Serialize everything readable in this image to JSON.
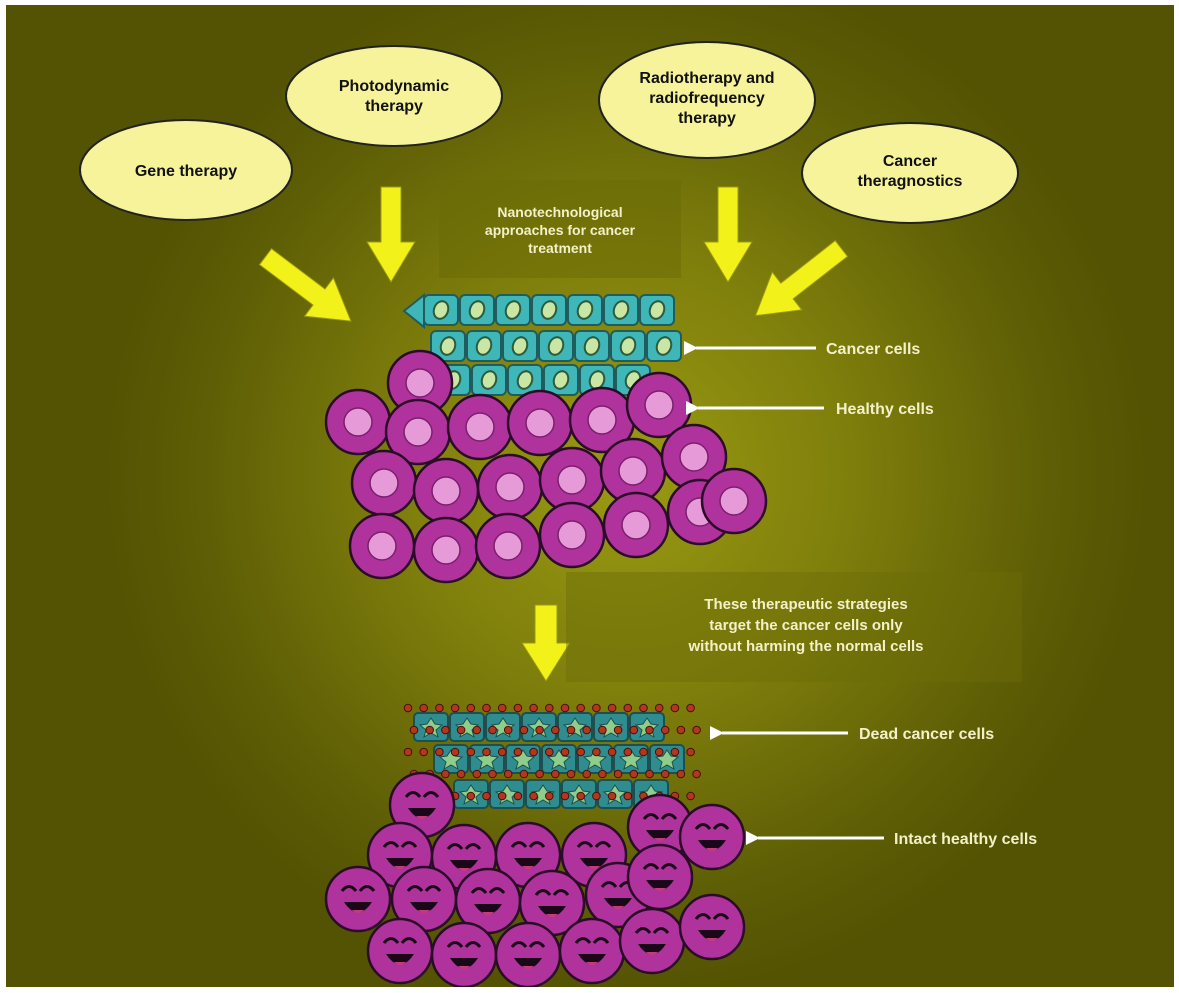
{
  "therapies": [
    "Gene therapy",
    "Photodynamic therapy",
    "Radiotherapy and radiofrequency therapy",
    "Cancer theragnostics"
  ],
  "therapy_lines": [
    [
      "Gene therapy"
    ],
    [
      "Photodynamic",
      "therapy"
    ],
    [
      "Radiotherapy and",
      "radiofrequency",
      "therapy"
    ],
    [
      "Cancer",
      "theragnostics"
    ]
  ],
  "center_label": [
    "Nanotechnological",
    "approaches for cancer",
    "treatment"
  ],
  "strategy_label": [
    "These therapeutic strategies",
    "target the cancer cells only",
    "without harming the normal cells"
  ],
  "pointer_labels": {
    "cancer_cells": "Cancer cells",
    "healthy_cells": "Healthy cells",
    "dead_cancer_cells": "Dead cancer cells",
    "intact_healthy_cells": "Intact healthy cells"
  },
  "colors": {
    "background": "#7d7d0c",
    "ellipse_fill": "#f6f39a",
    "arrow_yellow": "#f2f21a",
    "cancer_cell": "#3fb6b8",
    "healthy_cell": "#b0329c",
    "healthy_nucleus": "#e79ad8",
    "label_text": "#f4f1c8"
  }
}
